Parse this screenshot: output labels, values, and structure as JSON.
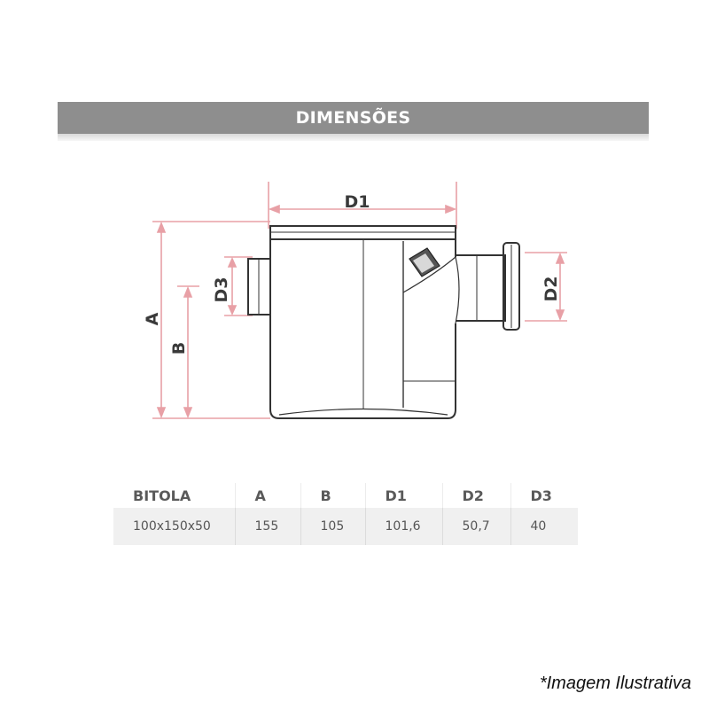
{
  "header": {
    "title": "DIMENSÕES"
  },
  "diagram": {
    "labels": {
      "d1": "D1",
      "d2": "D2",
      "d3": "D3",
      "a": "A",
      "b": "B"
    },
    "dimension_color": "#e8a0a6"
  },
  "table": {
    "headers": [
      "BITOLA",
      "A",
      "B",
      "D1",
      "D2",
      "D3"
    ],
    "rows": [
      [
        "100x150x50",
        "155",
        "105",
        "101,6",
        "50,7",
        "40"
      ]
    ]
  },
  "footnote": "*Imagem Ilustrativa"
}
